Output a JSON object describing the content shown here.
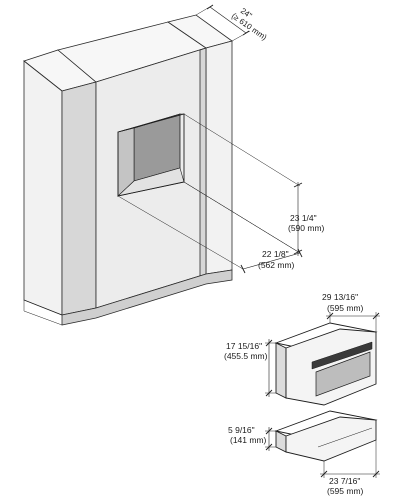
{
  "cabinet_depth": {
    "imperial": "24\"",
    "metric": "(≥ 610 mm)"
  },
  "niche_height": {
    "imperial": "23 1/4\"",
    "metric": "(590 mm)"
  },
  "niche_depth": {
    "imperial": "22 1/8\"",
    "metric": "(562 mm)"
  },
  "oven_width": {
    "imperial": "29 13/16\"",
    "metric": "(595 mm)"
  },
  "oven_height": {
    "imperial": "17 15/16\"",
    "metric": "(455.5 mm)"
  },
  "drawer_height": {
    "imperial": "5 9/16\"",
    "metric": "(141 mm)"
  },
  "drawer_width": {
    "imperial": "23 7/16\"",
    "metric": "(595 mm)"
  },
  "colors": {
    "line": "#1e1e1e",
    "cabinet_front": "#ececec",
    "cabinet_side": "#d7d7d7",
    "niche_back": "#9a9a9a",
    "appliance_panel": "#3a3a3a"
  }
}
